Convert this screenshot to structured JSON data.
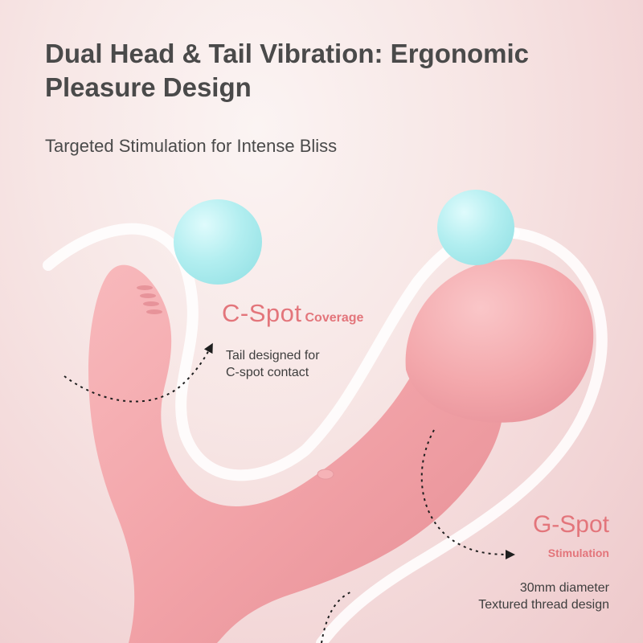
{
  "heading": {
    "title": "Dual Head & Tail Vibration: Ergonomic Pleasure Design",
    "subtitle": "Targeted Stimulation for Intense Bliss"
  },
  "cspot": {
    "title": "C-Spot",
    "title_suffix": "Coverage",
    "description_lines": [
      "Tail designed for",
      "C-spot contact"
    ]
  },
  "gspot": {
    "title": "G-Spot",
    "subtitle": "Stimulation",
    "description_lines": [
      "30mm diameter",
      "Textured thread design"
    ]
  },
  "colors": {
    "accent": "#e3757b",
    "heading_text": "#4a4a4a",
    "body_text": "#3e3e3e",
    "product_pink": "#f3a6ab",
    "ball_cyan": "#a9eaee"
  }
}
